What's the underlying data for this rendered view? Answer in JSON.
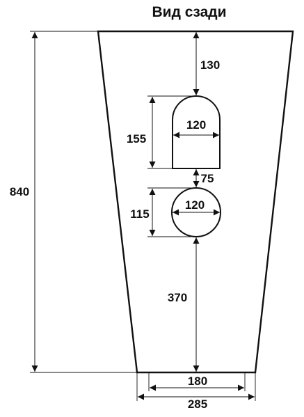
{
  "title": "Вид сзади",
  "dimensions": {
    "overall_height": "840",
    "top_to_upper_opening": "130",
    "upper_opening_height": "155",
    "upper_opening_width": "120",
    "gap_between_openings": "75",
    "round_opening_height": "115",
    "round_opening_width": "120",
    "round_opening_to_bottom": "370",
    "inner_bottom_width": "180",
    "bottom_width": "285"
  },
  "colors": {
    "line": "#111111",
    "background": "#ffffff"
  }
}
